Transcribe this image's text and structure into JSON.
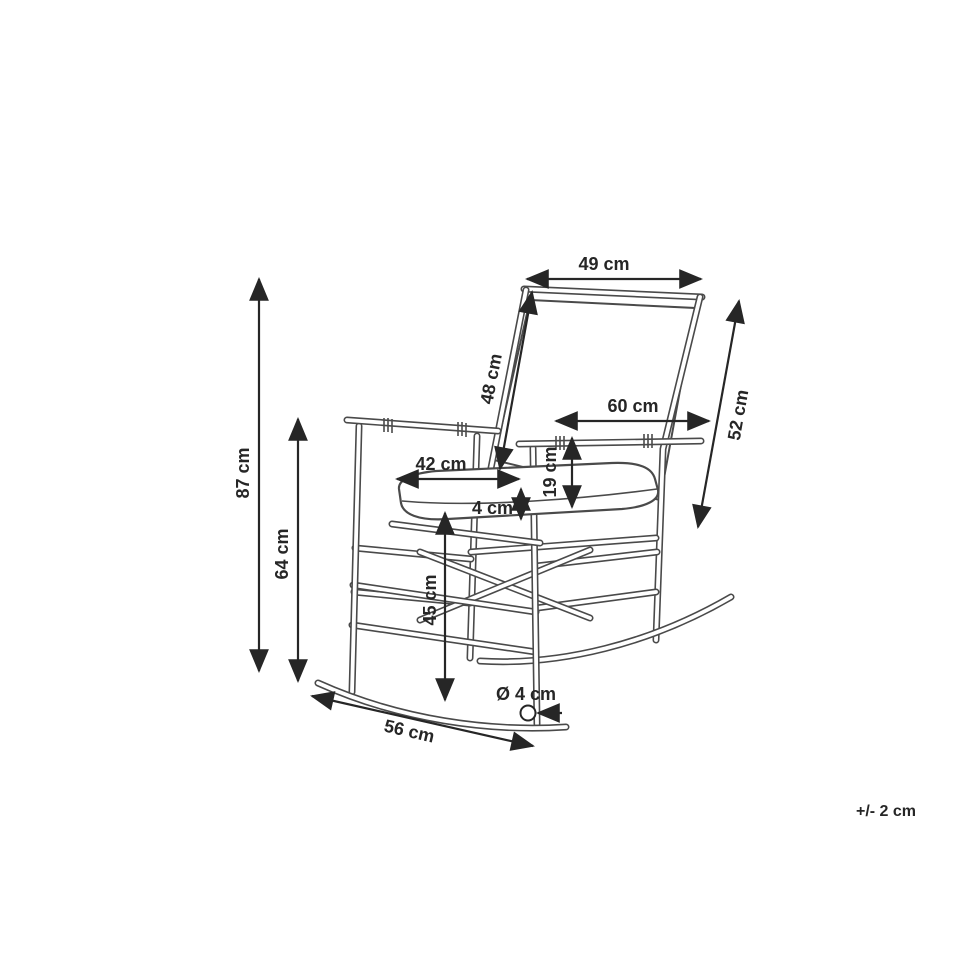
{
  "page": {
    "background": "#ffffff",
    "subject": "rocking chair technical dimension drawing"
  },
  "dims": {
    "back_top_width": "49 cm",
    "back_height": "48 cm",
    "back_diagonal": "52 cm",
    "seat_width": "60 cm",
    "seat_depth": "42 cm",
    "cushion_thickness": "4 cm",
    "seat_to_armrest": "19 cm",
    "seat_height": "45 cm",
    "total_height": "87 cm",
    "armrest_height": "64 cm",
    "base_length": "56 cm",
    "pole_diameter": "Ø 4 cm"
  },
  "notes": {
    "tolerance": "+/- 2 cm"
  },
  "colors": {
    "line": "#4a4a4a",
    "dimension": "#262626",
    "background": "#ffffff"
  }
}
